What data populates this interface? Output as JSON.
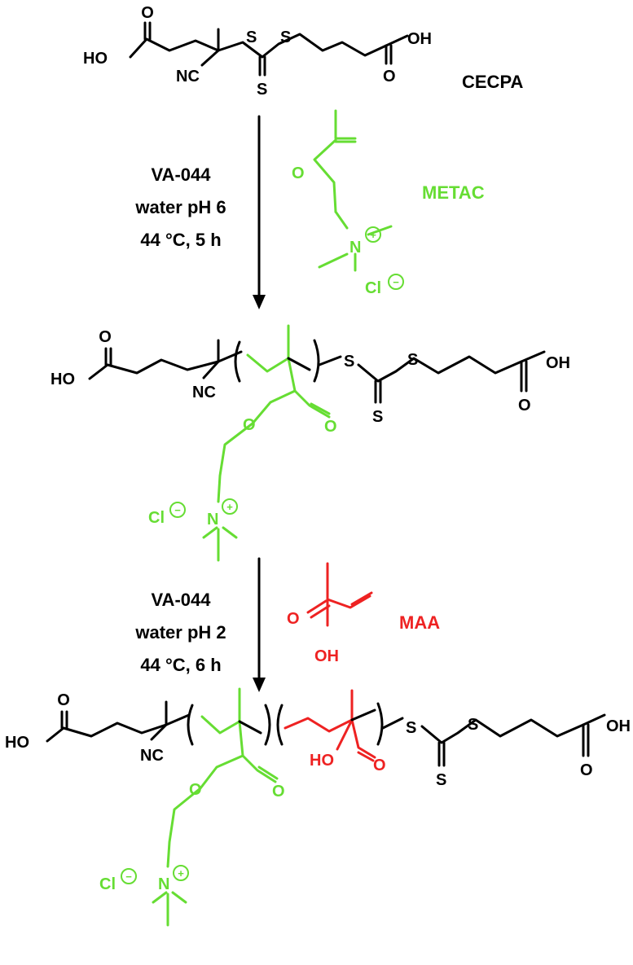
{
  "colors": {
    "black": "#000000",
    "green": "#66dd33",
    "red": "#ee2222"
  },
  "compounds": {
    "cecpa": "CECPA",
    "metac": "METAC",
    "maa": "MAA"
  },
  "steps": [
    {
      "reagent": "VA-044",
      "solvent": "water pH 6",
      "conditions": "44 °C, 5 h"
    },
    {
      "reagent": "VA-044",
      "solvent": "water pH 2",
      "conditions": "44 °C, 6 h"
    }
  ],
  "atoms": {
    "oxygen": "O",
    "hydroxyl_right": "OH",
    "hydroxyl_left": "HO",
    "sulfur": "S",
    "nitrile": "NC",
    "nitrogen": "N",
    "chloride": "Cl"
  }
}
